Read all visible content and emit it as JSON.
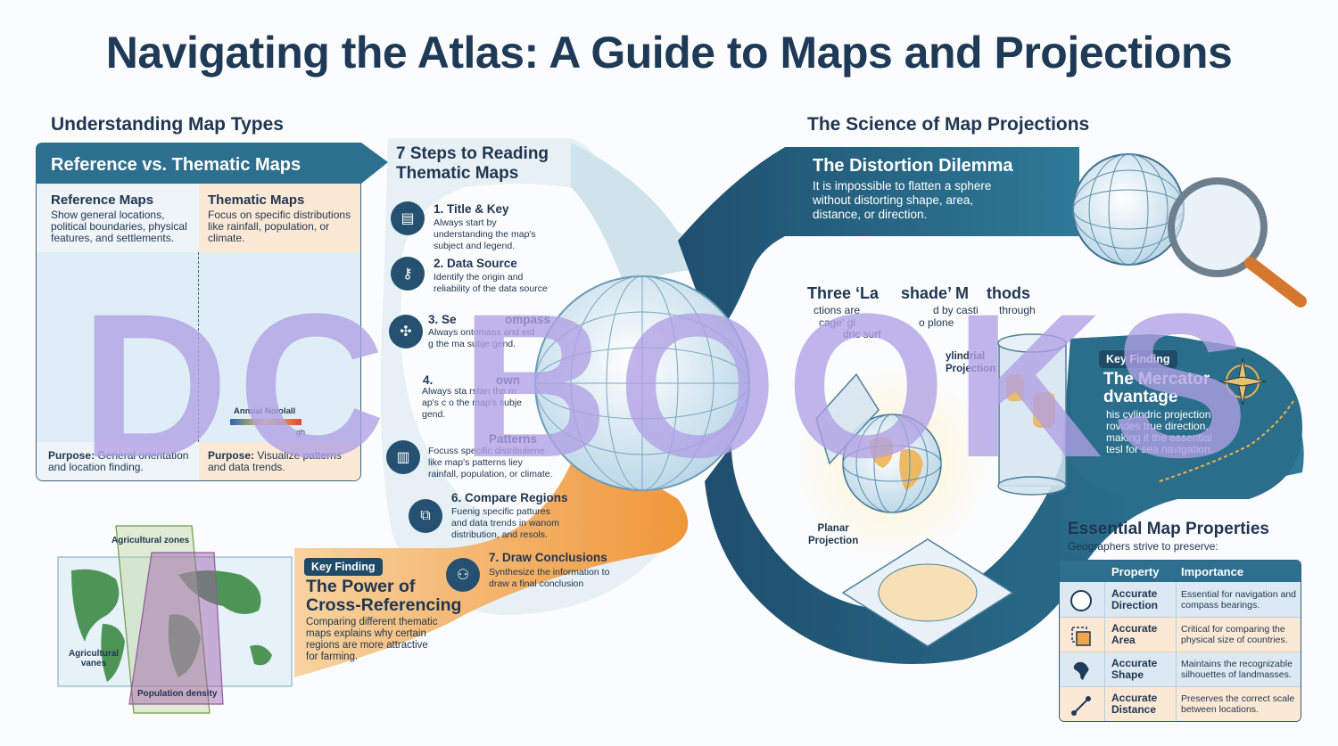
{
  "title": "Navigating the Atlas: A Guide to Maps and Projections",
  "left_section": {
    "title": "Understanding Map Types",
    "card_title": "Reference vs. Thematic Maps",
    "reference": {
      "heading": "Reference Maps",
      "description": "Show general locations, political boundaries, physical features, and settlements.",
      "purpose_label": "Purpose:",
      "purpose": "General orientation and location finding."
    },
    "thematic": {
      "heading": "Thematic Maps",
      "description": "Focus on specific distributions like rainfall, population, or climate.",
      "purpose_label": "Purpose:",
      "purpose": "Visualize patterns and data trends.",
      "legend_title": "Annual Noiolall",
      "legend_end": "gh"
    }
  },
  "steps_section": {
    "title": "7 Steps to Reading Thematic Maps",
    "steps": [
      {
        "heading": "1. Title & Key",
        "text": "Always start by understanding the map's subject and legend.",
        "icon": "map-icon"
      },
      {
        "heading": "2. Data Source",
        "text": "Identify the origin and reliability of the data source",
        "icon": "key-icon"
      },
      {
        "heading": "3. Se",
        "heading_end": "ompass",
        "text": "Always ontomass and eid g the ma subje gend.",
        "icon": "compass-icon"
      },
      {
        "heading": "4.",
        "heading_end": "own",
        "text": "Always sta rstan the m ap's c o the map's subje gend.",
        "icon": "scale-icon"
      },
      {
        "heading": "Patterns",
        "text": "Focuss specific distribuliene like map's patterns liey rainfall, population, or climate.",
        "icon": "chart-icon"
      },
      {
        "heading": "6. Compare Regions",
        "text": "Fuenig specific pattures and data trends in wanom distribution, and resols.",
        "icon": "compare-icon"
      },
      {
        "heading": "7. Draw Conclusions",
        "text": "Synthesize the information to draw a final conclusion",
        "icon": "people-icon"
      }
    ]
  },
  "cross_ref": {
    "badge": "Key Finding",
    "title_line1": "The Power of",
    "title_line2": "Cross-Referencing",
    "text": "Comparing different thematic maps explains why certain regions are more attractive for farming.",
    "map_labels": {
      "agricultural_zones": "Agricultural zones",
      "agricultural_vanes": "Agricultural vanes",
      "population_density": "Population density"
    }
  },
  "projections_section": {
    "title": "The Science of Map Projections",
    "distortion": {
      "title": "The Distortion Dilemma",
      "text": "It is impossible to flatten a sphere without distorting shape, area, distance, or direction."
    },
    "methods": {
      "title_start": "Three ‘La",
      "title_mid": "shade’ M",
      "title_end": "thods",
      "line1_start": "ctions are",
      "line1_mid": "d by casti",
      "line1_end": "through",
      "line2_start": "cage' gl",
      "line2_mid": "o plone",
      "line3": "dric surf",
      "cylindrical_label1": "ylindrial",
      "cylindrical_label2": "Projection",
      "planar_label1": "Planar",
      "planar_label2": "Projection"
    },
    "mercator": {
      "badge": "Key Finding",
      "title_line1": "The Mercator",
      "title_line2": "dvantage",
      "text": "his cylindric projection rovides true direction, making it the essential tesl for sea navigation."
    }
  },
  "properties": {
    "title": "Essential Map Properties",
    "subtitle": "Geographers strive to preserve:",
    "header_property": "Property",
    "header_importance": "Importance",
    "rows": [
      {
        "property": "Accurate Direction",
        "importance": "Essential for navigation and compass bearings.",
        "icon": "compass-icon",
        "color": "#dce9f2"
      },
      {
        "property": "Accurate Area",
        "importance": "Critical for comparing the physical size of countries.",
        "icon": "area-icon",
        "color": "#fbe9d5"
      },
      {
        "property": "Accurate Shape",
        "importance": "Maintains the recognizable silhouettes of landmasses.",
        "icon": "africa-icon",
        "color": "#dce9f2"
      },
      {
        "property": "Accurate Distance",
        "importance": "Preserves the correct scale between locations.",
        "icon": "distance-icon",
        "color": "#fbe9d5"
      }
    ]
  },
  "watermark": "DC BOOKS",
  "colors": {
    "navy": "#1f3a56",
    "teal": "#2d6f8e",
    "orange": "#f0a54a",
    "watermark": "#afa0e4"
  }
}
